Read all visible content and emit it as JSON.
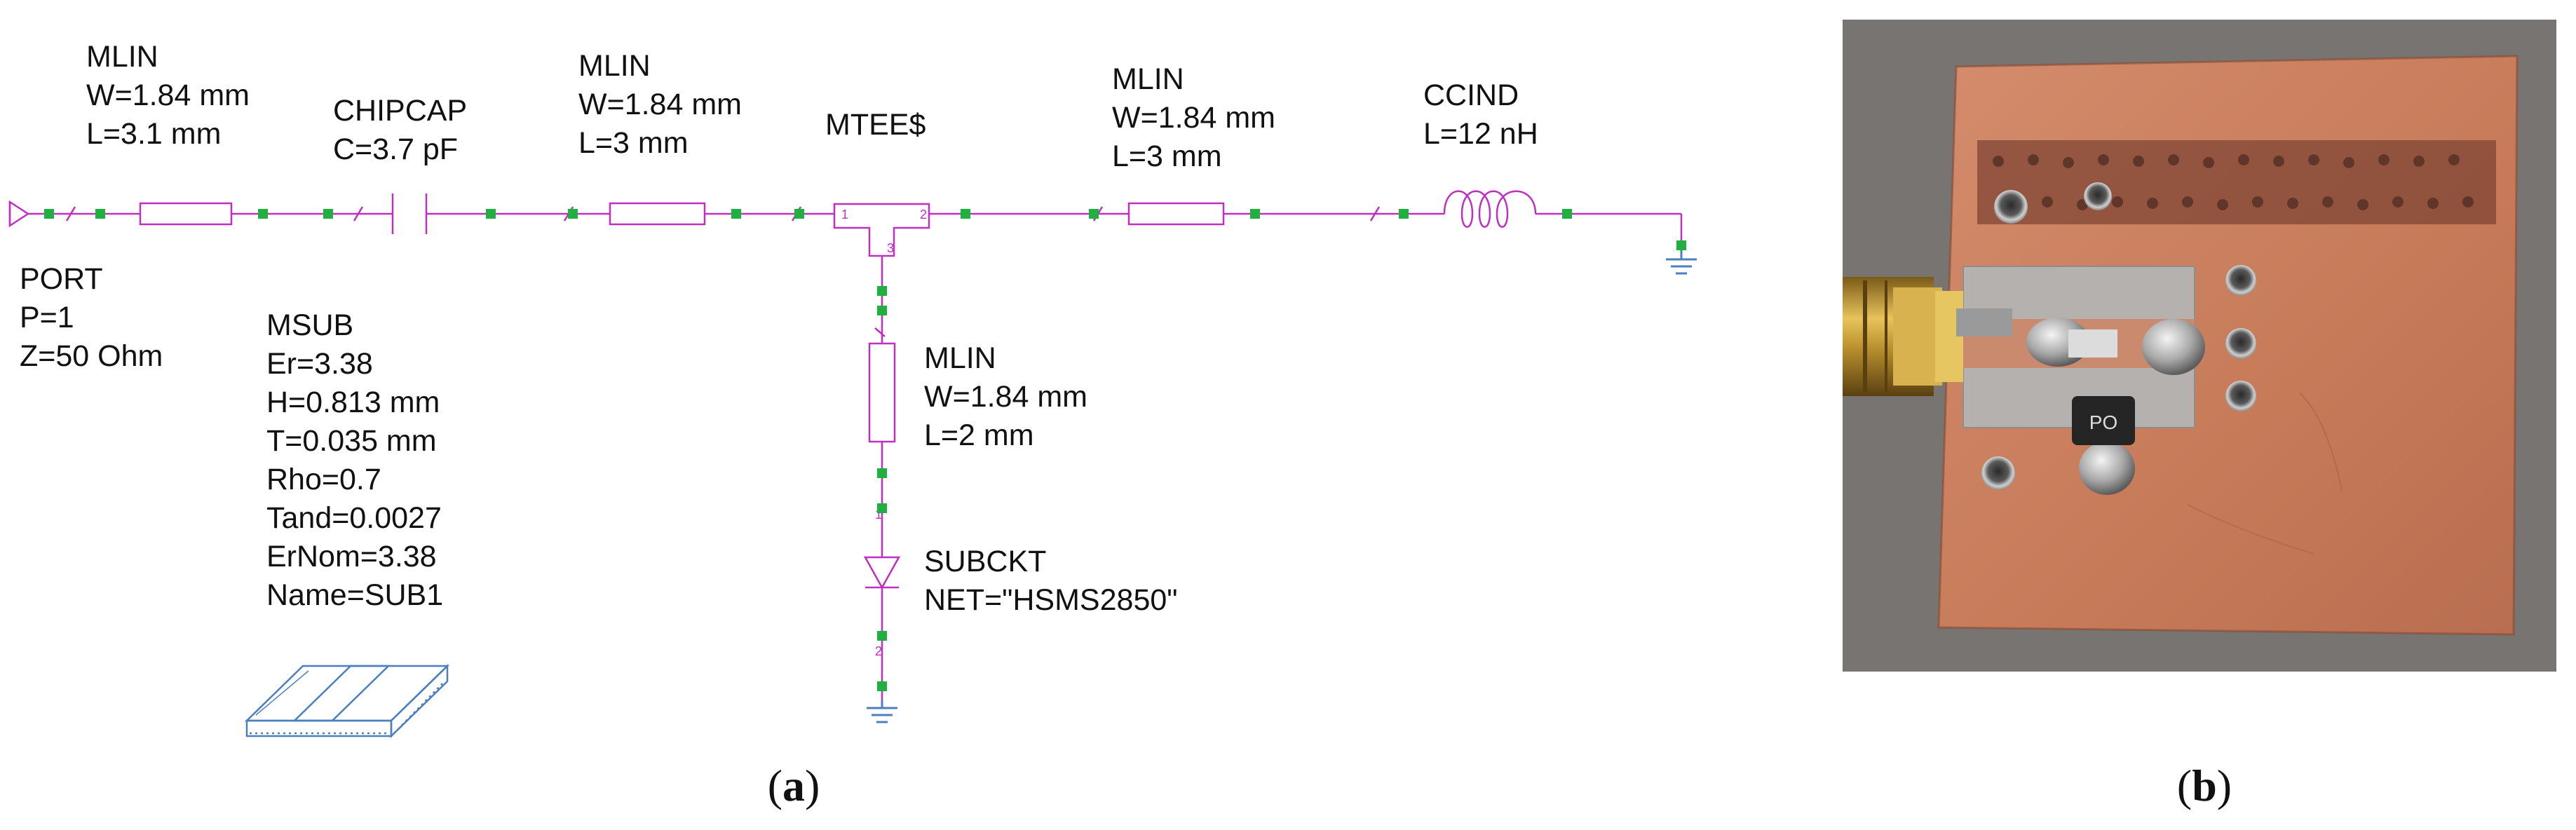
{
  "schematic": {
    "mlin1": {
      "name": "MLIN",
      "w": "W=1.84 mm",
      "l": "L=3.1 mm"
    },
    "chipcap": {
      "name": "CHIPCAP",
      "c": "C=3.7 pF"
    },
    "mlin2": {
      "name": "MLIN",
      "w": "W=1.84 mm",
      "l": "L=3 mm"
    },
    "mtee": {
      "name": "MTEE$",
      "pin1": "1",
      "pin2": "2",
      "pin3": "3"
    },
    "mlin3": {
      "name": "MLIN",
      "w": "W=1.84 mm",
      "l": "L=3 mm"
    },
    "ccind": {
      "name": "CCIND",
      "l": "L=12 nH"
    },
    "port": {
      "name": "PORT",
      "p": "P=1",
      "z": "Z=50 Ohm"
    },
    "msub": {
      "name": "MSUB",
      "er": "Er=3.38",
      "h": "H=0.813 mm",
      "t": "T=0.035 mm",
      "rho": "Rho=0.7",
      "tand": "Tand=0.0027",
      "ernom": "ErNom=3.38",
      "subname": "Name=SUB1"
    },
    "mlin4": {
      "name": "MLIN",
      "w": "W=1.84 mm",
      "l": "L=2 mm"
    },
    "subckt": {
      "name": "SUBCKT",
      "net": "NET=\"HSMS2850\""
    },
    "pin_labels": {
      "a": "1",
      "b": "2"
    }
  },
  "photo": {
    "chip_marking": "PO"
  },
  "captions": {
    "a": "a",
    "b": "b",
    "open": "(",
    "close": ")"
  },
  "colors": {
    "wire": "#c030c0",
    "node": "#20b040",
    "ground": "#4a7fc0",
    "substrate": "#4a7fc0",
    "copper": "#c8795c",
    "trace": "#b8b8b8"
  }
}
